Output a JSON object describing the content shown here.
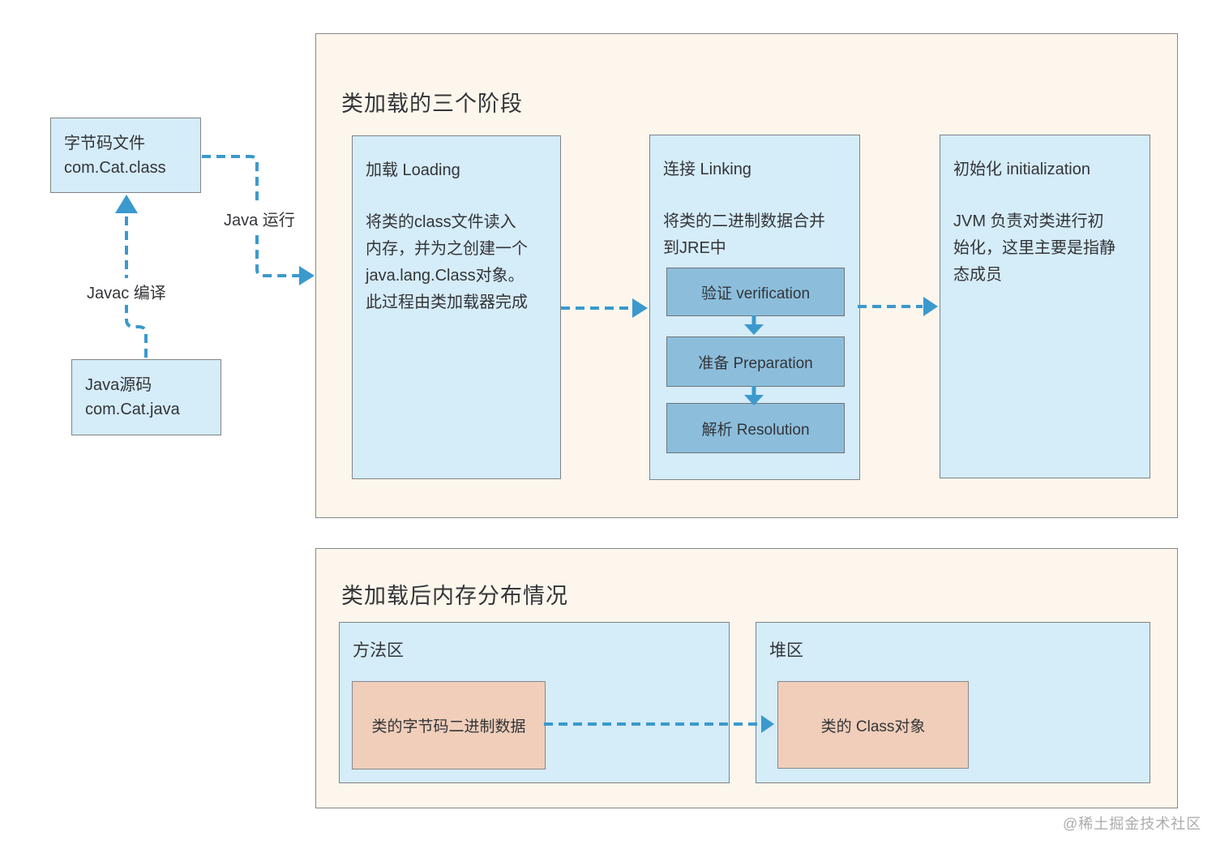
{
  "colors": {
    "accent": "#3B99CD",
    "panel-bg": "#FCF6EC",
    "panel-border": "#85888C",
    "box-bg": "#D5ECF9",
    "box-border": "#7F8488",
    "step-bg": "#8CBEDC",
    "step-border": "#6F7579",
    "pink-bg": "#F0CEBA",
    "text": "#333538",
    "watermark": "#ACACAC"
  },
  "flow": {
    "bytecode_box": "字节码文件\ncom.Cat.class",
    "source_box": "Java源码\ncom.Cat.java",
    "compile_label": "Javac 编译",
    "run_label": "Java 运行"
  },
  "phases_panel": {
    "title": "类加载的三个阶段",
    "loading": {
      "title": "加载 Loading",
      "body": "将类的class文件读入\n内存，并为之创建一个\njava.lang.Class对象。\n此过程由类加载器完成"
    },
    "linking": {
      "title": "连接 Linking",
      "body": "将类的二进制数据合并\n到JRE中",
      "steps": [
        "验证 verification",
        "准备 Preparation",
        "解析 Resolution"
      ]
    },
    "initialization": {
      "title": "初始化 initialization",
      "body": "JVM 负责对类进行初\n始化，这里主要是指静\n态成员"
    }
  },
  "memory_panel": {
    "title": "类加载后内存分布情况",
    "method_area": {
      "title": "方法区",
      "item": "类的字节码二进制数据"
    },
    "heap_area": {
      "title": "堆区",
      "item": "类的 Class对象"
    }
  },
  "watermark": "@稀土掘金技术社区"
}
